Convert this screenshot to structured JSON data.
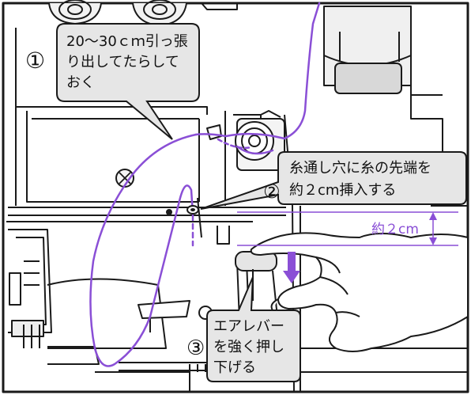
{
  "callouts": [
    {
      "number": "①",
      "lines": [
        "20〜30ｃｍ引っ張",
        "り出してたらして",
        "おく"
      ]
    },
    {
      "number": "②",
      "lines": [
        "糸通し穴に糸の先端を",
        "約２cm挿入する"
      ]
    },
    {
      "number": "③",
      "lines": [
        "エアレバー",
        "を強く押し",
        "下げる"
      ]
    }
  ],
  "dimension": {
    "label": "約２cm"
  },
  "colors": {
    "thread": "#8a4fd6",
    "callout_fill": "#e6e6e6",
    "line": "#1a1a1a"
  }
}
